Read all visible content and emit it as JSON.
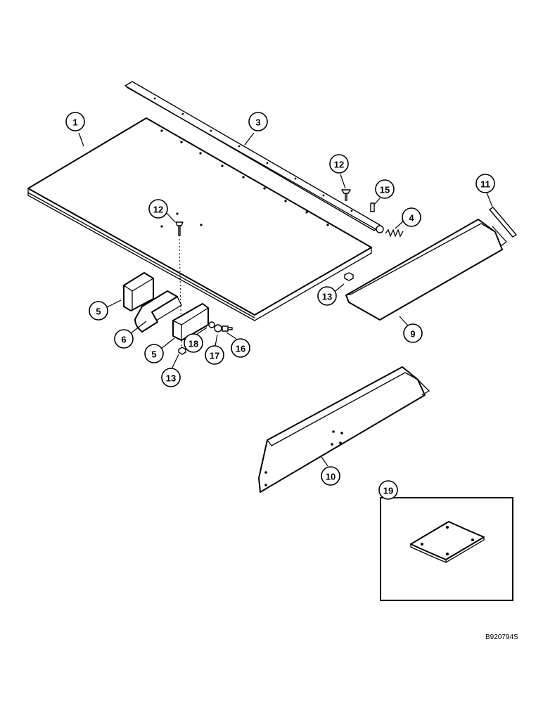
{
  "figure_id": "B920794S",
  "callouts": {
    "c1": "1",
    "c3": "3",
    "c12a": "12",
    "c15": "15",
    "c4": "4",
    "c12b": "12",
    "c11": "11",
    "c13a": "13",
    "c9": "9",
    "c5a": "5",
    "c6": "6",
    "c5b": "5",
    "c18": "18",
    "c17": "17",
    "c16": "16",
    "c13b": "13",
    "c10": "10",
    "c19": "19"
  }
}
